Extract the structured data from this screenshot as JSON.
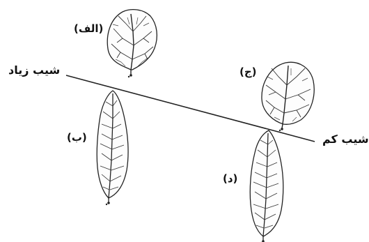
{
  "slope": {
    "steep_label": "شیب زیاد",
    "gentle_label": "شیب کم"
  },
  "leaves": [
    {
      "id": "alef",
      "label": "(الف)",
      "shape": "round"
    },
    {
      "id": "be",
      "label": "(ب)",
      "shape": "elongated"
    },
    {
      "id": "jim",
      "label": "(ج)",
      "shape": "round"
    },
    {
      "id": "dal",
      "label": "(د)",
      "shape": "elongated"
    }
  ],
  "colors": {
    "ink": "#222222",
    "background": "#ffffff"
  }
}
